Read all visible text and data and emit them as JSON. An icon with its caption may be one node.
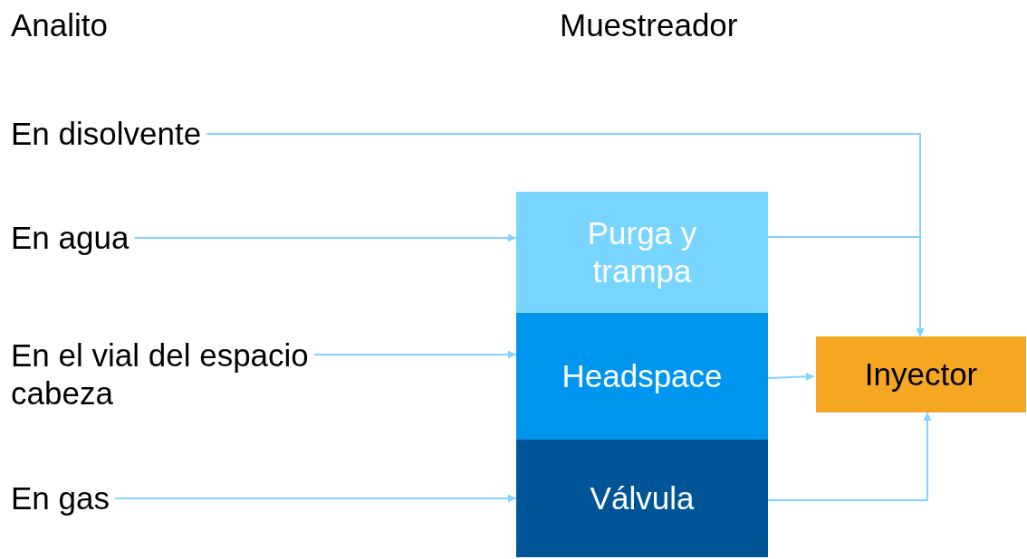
{
  "diagram": {
    "nodes": [
      {
        "text": [
          "En disolvente"
        ]
      },
      {
        "text": [
          "En agua"
        ]
      },
      {
        "text": [
          "En el vial del espacio cabeza"
        ]
      },
      {
        "text": [
          "En gas"
        ]
      },
      {
        "text": [
          "Purga y trampa"
        ]
      },
      {
        "text": [
          "Headspace"
        ]
      },
      {
        "text": [
          "Válvula"
        ]
      },
      {
        "text": [
          "Inyector"
        ]
      }
    ],
    "edges": [
      {
        "from": 0,
        "to": 7,
        "arrow": "to"
      },
      {
        "from": 1,
        "to": 4,
        "arrow": "to"
      },
      {
        "from": 2,
        "to": 5,
        "arrow": "to"
      },
      {
        "from": 3,
        "to": 6,
        "arrow": "to"
      },
      {
        "from": 4,
        "to": 7,
        "arrow": "to"
      },
      {
        "from": 5,
        "to": 7,
        "arrow": "to"
      },
      {
        "from": 6,
        "to": 7,
        "arrow": "to"
      }
    ],
    "labels": [
      "Analito",
      "Muestreador"
    ]
  }
}
